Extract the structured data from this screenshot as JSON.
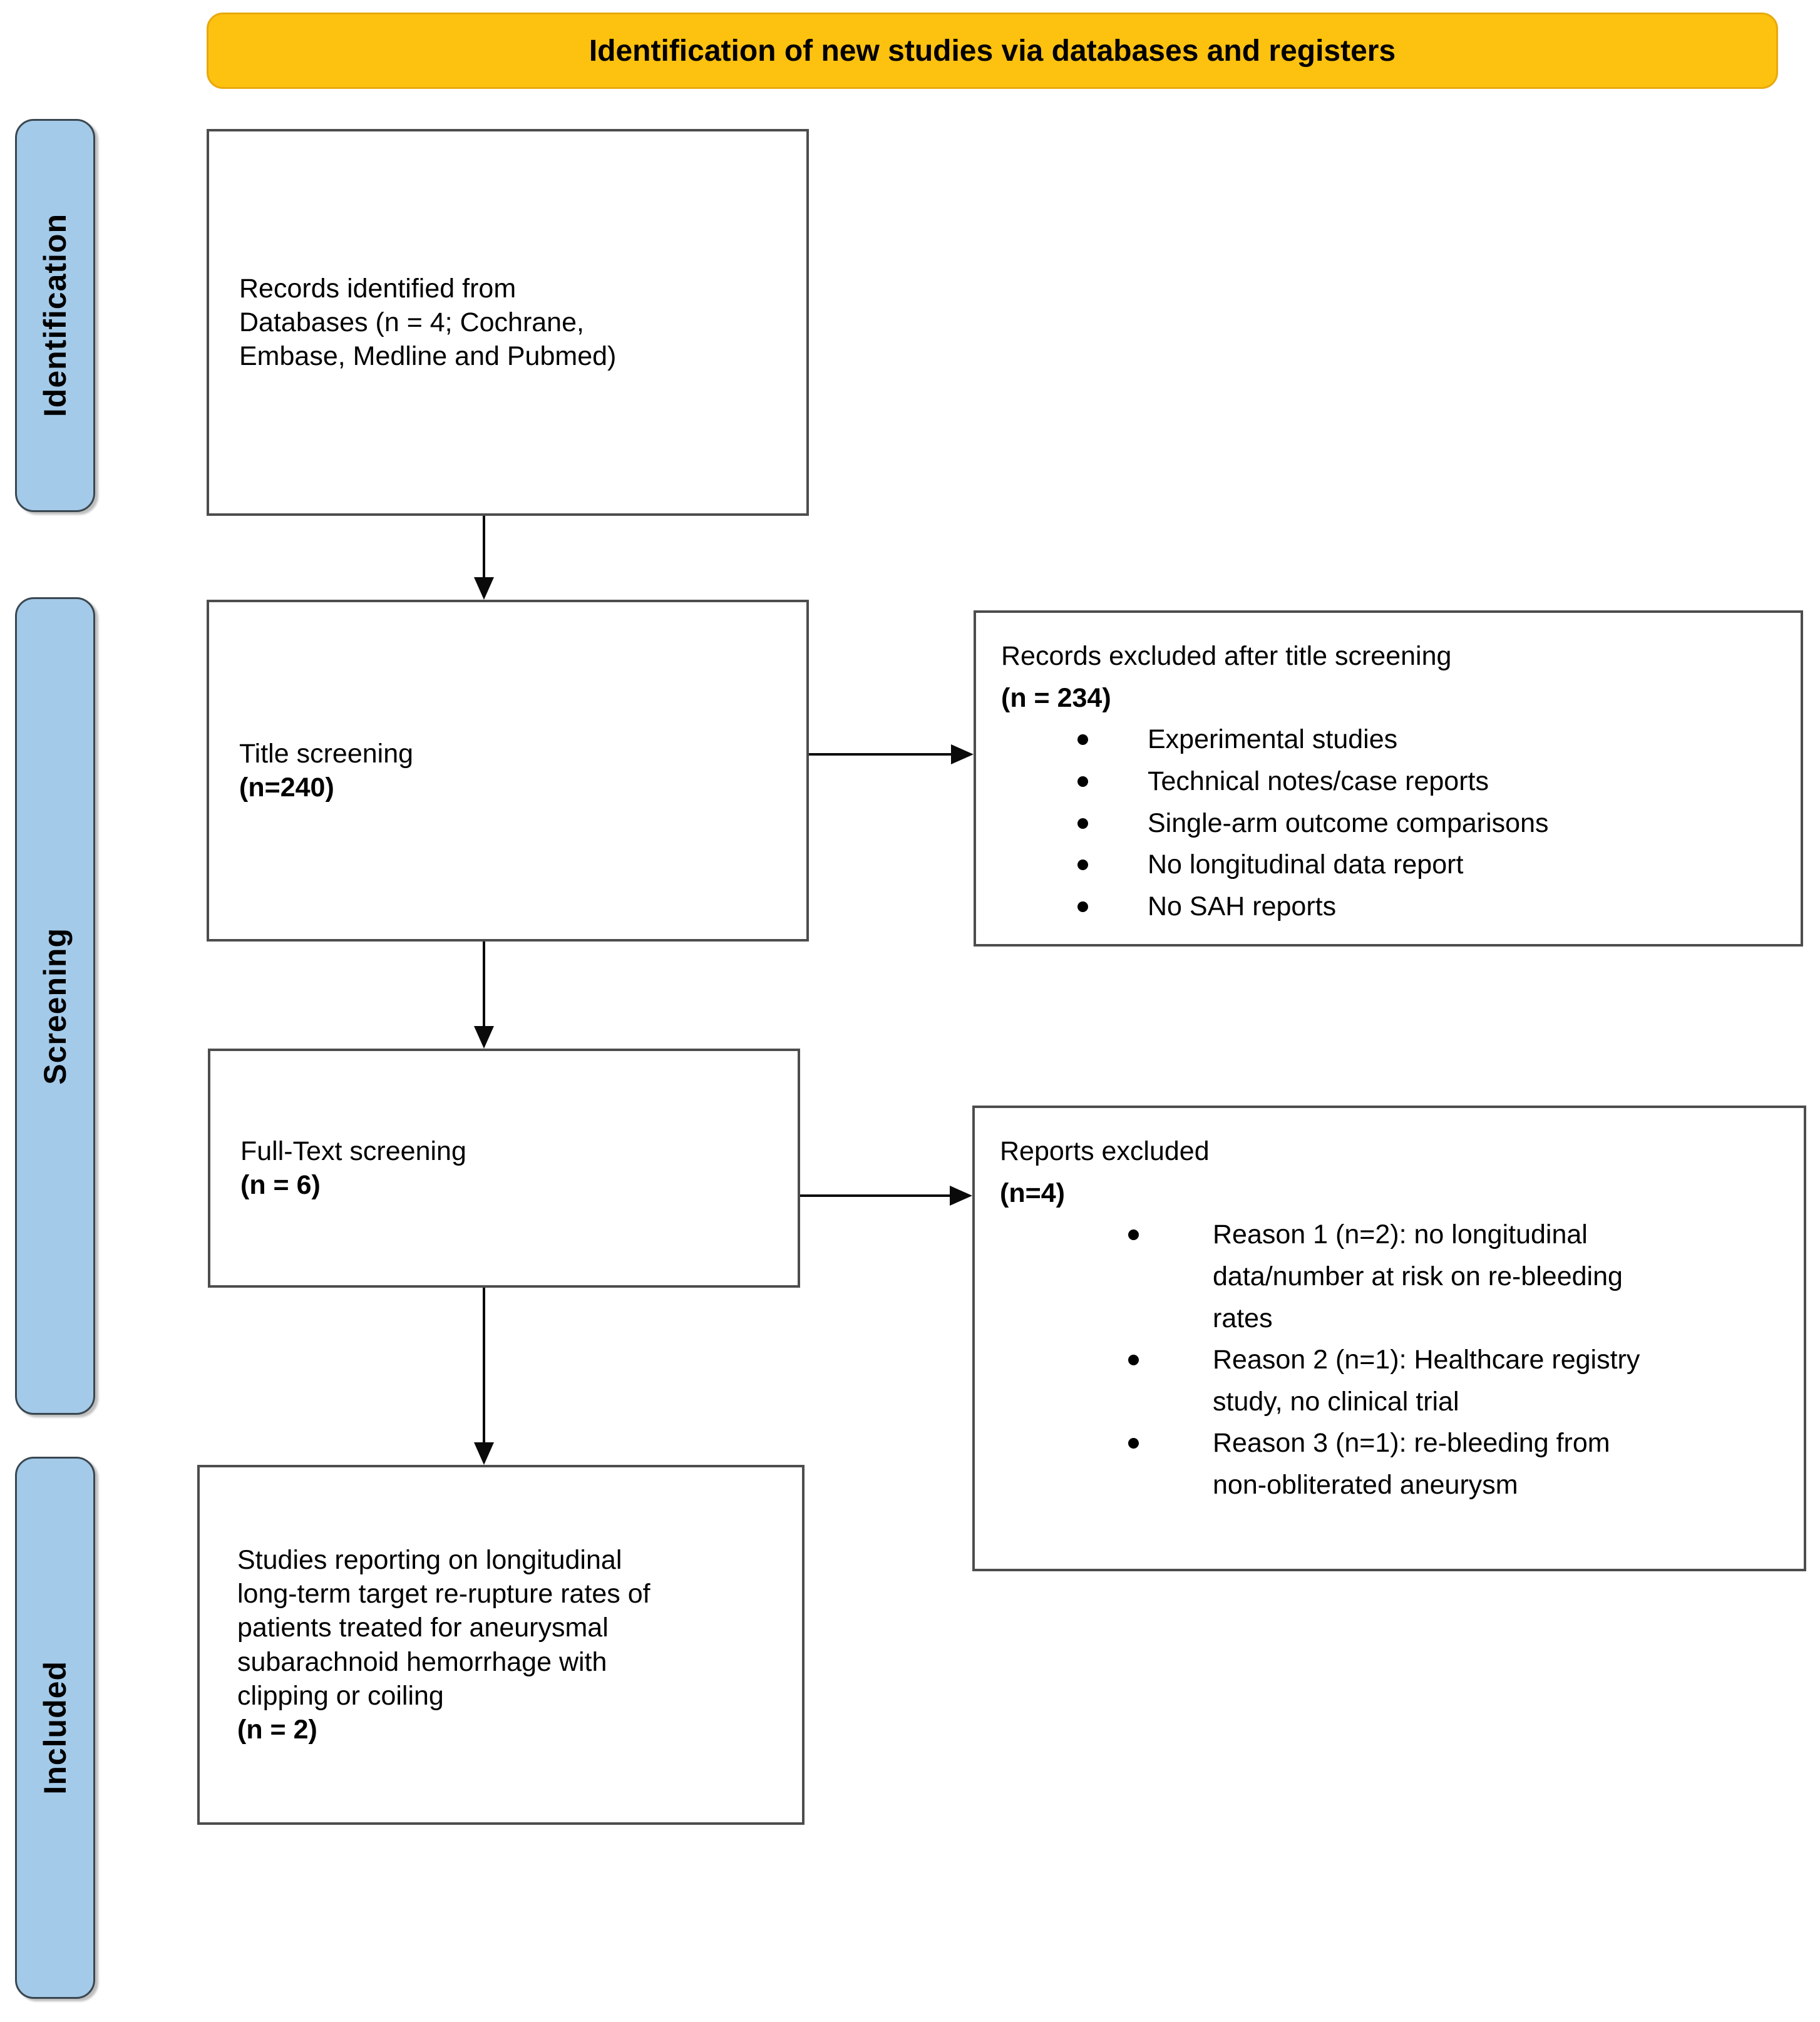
{
  "header": {
    "title": "Identification of new studies via databases and registers"
  },
  "sidebar": {
    "identification": "Identification",
    "screening": "Screening",
    "included": "Included"
  },
  "flow": {
    "records_identified": {
      "text": "Records identified from\nDatabases (n = 4; Cochrane,\nEmbase, Medline and Pubmed)"
    },
    "title_screening": {
      "label": "Title screening",
      "count": "(n=240)"
    },
    "full_text_screening": {
      "label": "Full-Text screening",
      "count": "(n = 6)"
    },
    "included_studies": {
      "text": "Studies reporting on longitudinal\nlong-term target re-rupture rates of\npatients treated for aneurysmal\nsubarachnoid hemorrhage with\nclipping or coiling",
      "count": "(n = 2)"
    }
  },
  "exclusions": {
    "title_screening": {
      "title": "Records excluded after title screening",
      "count": "(n = 234)",
      "items": [
        "Experimental studies",
        "Technical notes/case reports",
        "Single-arm outcome comparisons",
        "No longitudinal data report",
        "No SAH reports"
      ]
    },
    "full_text": {
      "title": "Reports excluded",
      "count": "(n=4)",
      "items": [
        "Reason 1 (n=2): no longitudinal\ndata/number at risk on re-bleeding\nrates",
        "Reason 2 (n=1): Healthcare registry\nstudy, no clinical trial",
        "Reason 3 (n=1): re-bleeding from\nnon-obliterated aneurysm"
      ]
    }
  },
  "colors": {
    "banner_bg": "#FDC110",
    "banner_border": "#E8A90D",
    "stage_bg": "#A4CAE9",
    "stage_border": "#3A4750",
    "box_border": "#4D4D4D",
    "arrow": "#0A0A0A"
  }
}
